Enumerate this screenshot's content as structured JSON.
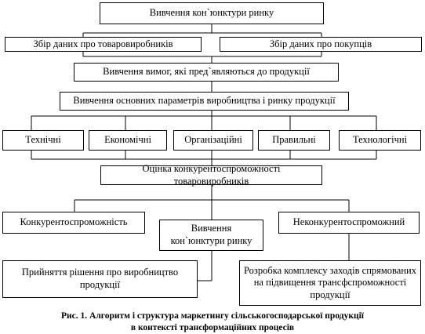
{
  "diagram": {
    "top": "Вивчення кон`юнктури ринку",
    "producers": "Збір даних про товаровиробників",
    "buyers": "Збір даних про покупців",
    "requirements": "Вивчення вимог, які пред`являються до продукції",
    "parameters": "Вивчення основних параметрів виробництва і ринку продукції",
    "params": [
      "Технічні",
      "Економічні",
      "Організаційні",
      "Правильні",
      "Технологічні"
    ],
    "assessment": "Оцінка конкурентоспроможності товаровиробників",
    "competitive": "Конкурентоспроможність",
    "market_study": "Вивчення кон`юнктури ринку",
    "noncompetitive": "Неконкурентоспроможний",
    "production_decision": "Прийняття рішення про виробництво продукції",
    "measures": "Розробка комплексу заходів спрямованих на підвищення трансфспроможності продукції"
  },
  "caption": {
    "line1": "Рис. 1. Алгоритм і структура маркетингу сільськогосподарської продукції",
    "line2": "в контексті трансформаційних процесів"
  }
}
